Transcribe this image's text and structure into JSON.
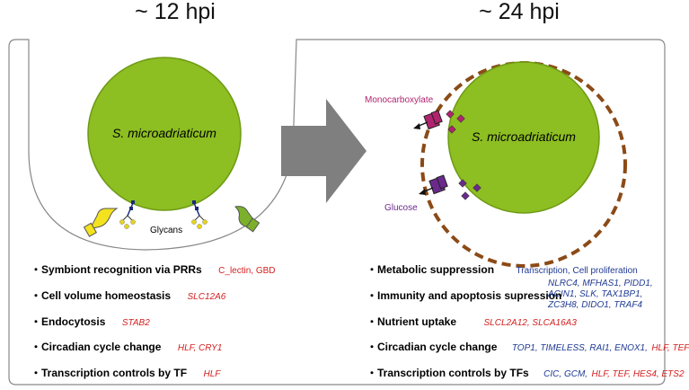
{
  "colors": {
    "cell_fill": "#8dbe22",
    "cell_stroke": "#6e9a14",
    "membrane_dashed": "#8b4a16",
    "panel_border": "#888888",
    "arrow": "#7f7f7f",
    "prr_yellow": "#f3e21d",
    "prr_green": "#7cb02c",
    "transporter_mono": "#b0246f",
    "transporter_glucose": "#6a2a8c",
    "gene_red": "#d42020",
    "gene_blue": "#1f3a93"
  },
  "left_panel": {
    "header": "~ 12 hpi",
    "cell_label": "S. microadriaticum",
    "glycans_label": "Glycans",
    "items": [
      {
        "title": "Symbiont recognition via PRRs",
        "genes": "C_lectin, GBD",
        "gene_color": "red",
        "italic": false
      },
      {
        "title": "Cell volume homeostasis",
        "genes": "SLC12A6",
        "gene_color": "red",
        "italic": true
      },
      {
        "title": "Endocytosis",
        "genes": "STAB2",
        "gene_color": "red",
        "italic": true
      },
      {
        "title": "Circadian cycle change",
        "genes": "HLF, CRY1",
        "gene_color": "red",
        "italic": true
      },
      {
        "title": "Transcription controls by TF",
        "genes": "HLF",
        "gene_color": "red",
        "italic": true
      }
    ]
  },
  "right_panel": {
    "header": "~ 24 hpi",
    "cell_label": "S. microadriaticum",
    "monocarboxylate_label": "Monocarboxylate",
    "glucose_label": "Glucose",
    "items": [
      {
        "title": "Metabolic suppression",
        "genes": "Transcription, Cell proliferation"
      },
      {
        "title": "Immunity and apoptosis supression",
        "gene_lines": [
          "NLRC4, MFHAS1, PIDD1,",
          "ACIN1, SLK, TAX1BP1,",
          "ZC3H8, DIDO1, TRAF4"
        ]
      },
      {
        "title": "Nutrient uptake",
        "genes": "SLCL2A12, SLCA16A3"
      },
      {
        "title": "Circadian cycle change",
        "genes_blue": "TOP1, TIMELESS, RAI1, ENOX1,",
        "genes_red": "HLF, TEF"
      },
      {
        "title": "Transcription controls by TFs",
        "genes_blue": "CIC, GCM,",
        "genes_red": "HLF, TEF, HES4, ETS2"
      }
    ]
  }
}
